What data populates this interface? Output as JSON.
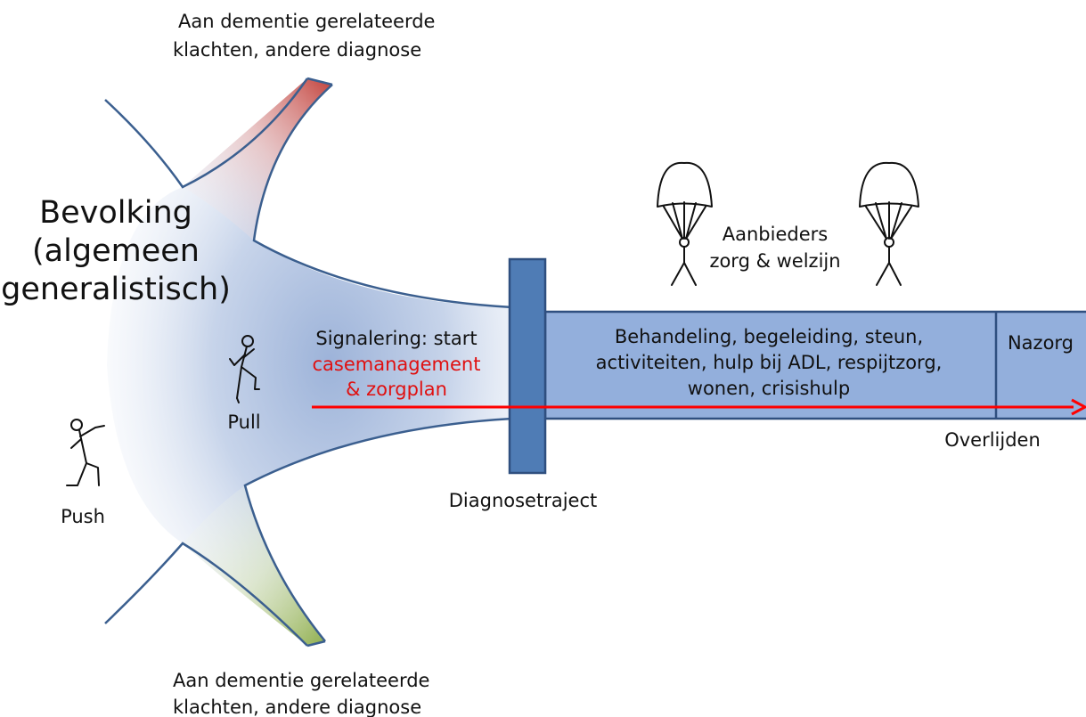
{
  "labels": {
    "top_complaints_line1": "Aan dementie gerelateerde",
    "top_complaints_line2": "klachten, andere diagnose",
    "bottom_complaints_line1": "Aan dementie gerelateerde",
    "bottom_complaints_line2": "klachten, andere diagnose",
    "population_line1": "Bevolking",
    "population_line2": "(algemeen",
    "population_line3": "generalistisch)",
    "signaling_line1": "Signalering: start",
    "signaling_line2": "casemanagement",
    "signaling_line3": "& zorgplan",
    "pull": "Pull",
    "push": "Push",
    "diagnosis": "Diagnosetraject",
    "providers_line1": "Aanbieders",
    "providers_line2": "zorg & welzijn",
    "care_line1": "Behandeling, begeleiding, steun,",
    "care_line2": "activiteiten, hulp bij ADL, respijtzorg,",
    "care_line3": "wonen, crisishulp",
    "aftercare": "Nazorg",
    "death": "Overlijden"
  },
  "icons": {
    "pull_figure": "stick-figure-walking-icon",
    "push_figure": "stick-figure-pushing-icon",
    "parachutist_left": "parachutist-icon",
    "parachutist_right": "parachutist-icon"
  },
  "colors": {
    "funnel_outline": "#3b5f8f",
    "funnel_fill": "#b8c9e4",
    "top_branch_tip": "#c2403a",
    "bottom_branch_tip": "#8fae4e",
    "care_band": "#93afdc",
    "care_band_border": "#2f4f7f",
    "diagnosis_bar": "#4f7cb5",
    "timeline_arrow": "#ff0000",
    "highlight_text": "#e01010"
  }
}
